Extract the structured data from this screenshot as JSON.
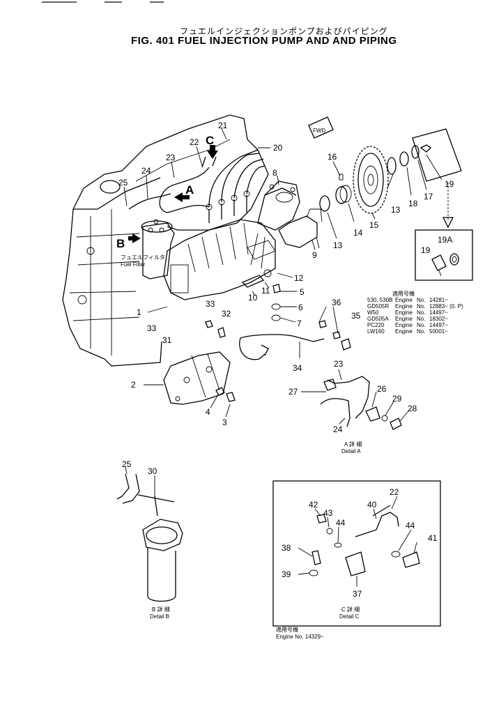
{
  "header": {
    "title_jp": "フュエルインジェクションポンプおよびパイピング",
    "title_en": "FIG. 401  FUEL INJECTION PUMP AND AND PIPING"
  },
  "callouts": {
    "fwd": "FWD",
    "view_a": "A",
    "view_b": "B",
    "view_c": "C",
    "fuel_filter_jp": "フュエルフィルタ",
    "fuel_filter_en": "Fuel Filter"
  },
  "part_numbers": {
    "p1": "1",
    "p2": "2",
    "p3": "3",
    "p4": "4",
    "p5": "5",
    "p6": "6",
    "p7": "7",
    "p8": "8",
    "p9": "9",
    "p10": "10",
    "p11": "11",
    "p12": "12",
    "p13a": "13",
    "p13b": "13",
    "p14": "14",
    "p15": "15",
    "p16": "16",
    "p17": "17",
    "p18": "18",
    "p19a": "19",
    "p19b": "19",
    "p19A": "19A",
    "p20": "20",
    "p21": "21",
    "p22": "22",
    "p23": "23",
    "p24": "24",
    "p25": "25",
    "p31": "31",
    "p32": "32",
    "p33a": "33",
    "p33b": "33",
    "p34": "34",
    "p35": "35",
    "p36": "36",
    "dA23": "23",
    "dA24": "24",
    "dA26": "26",
    "dA27": "27",
    "dA28": "28",
    "dA29": "29",
    "dB25": "25",
    "dB30": "30",
    "dC22": "22",
    "dC37": "37",
    "dC38": "38",
    "dC39": "39",
    "dC40": "40",
    "dC41": "41",
    "dC42": "42",
    "dC43": "43",
    "dC44a": "44",
    "dC44b": "44"
  },
  "serial_table": {
    "heading": "適用号機",
    "rows": [
      {
        "model": "530, 530B",
        "label": "Engine",
        "no": "No.",
        "serial": "14281~"
      },
      {
        "model": "GD505R",
        "label": "Engine",
        "no": "No.",
        "serial": "12883~ (0. P)"
      },
      {
        "model": "W50",
        "label": "Engine",
        "no": "No.",
        "serial": "14497~"
      },
      {
        "model": "GD505A",
        "label": "Engine",
        "no": "No.",
        "serial": "18302~"
      },
      {
        "model": "PC220",
        "label": "Engine",
        "no": "No.",
        "serial": "14497~"
      },
      {
        "model": "LW160",
        "label": "Engine",
        "no": "No.",
        "serial": "50001~"
      }
    ]
  },
  "details": {
    "a_jp": "A 詳 細",
    "a_en": "Detail A",
    "b_jp": "B 詳 細",
    "b_en": "Detail B",
    "c_jp": "C 詳 細",
    "c_en": "Detail C",
    "c_applies_jp": "適用号機",
    "c_applies_en": "Engine  No. 14329~"
  }
}
